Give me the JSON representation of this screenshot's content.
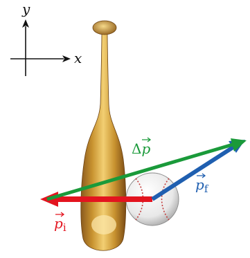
{
  "axes": {
    "x_label": "x",
    "y_label": "y"
  },
  "vectors": {
    "delta_p": {
      "symbol": "Δ",
      "letter": "p",
      "color": "#1a9a3a"
    },
    "p_final": {
      "letter": "p",
      "subscript": "f",
      "color": "#1f5fb0"
    },
    "p_initial": {
      "letter": "p",
      "subscript": "i",
      "color": "#e3141f"
    }
  },
  "objects": {
    "bat": "baseball-bat",
    "ball": "baseball"
  }
}
